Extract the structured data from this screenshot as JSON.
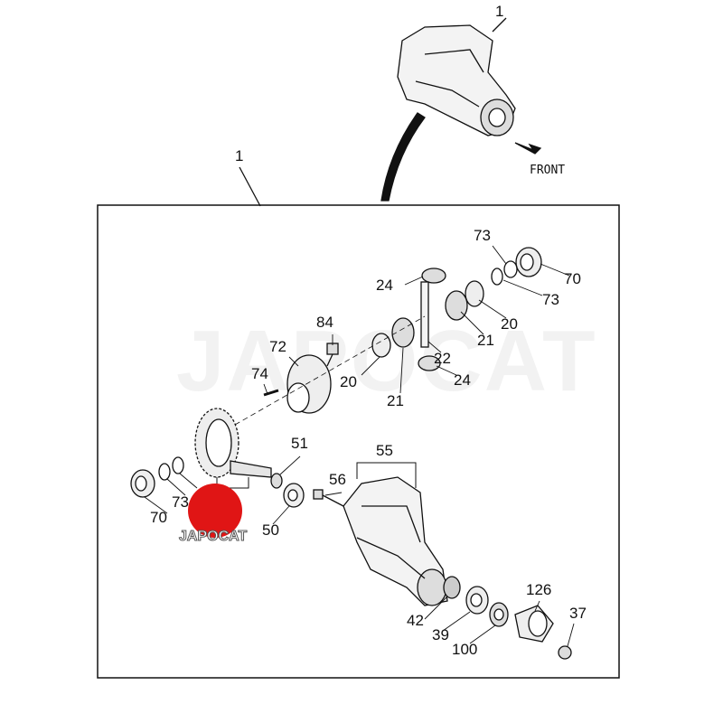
{
  "diagram": {
    "front_label": "FRONT",
    "watermark": "JAPOCAT",
    "logo_text": "JAPOCAT",
    "callouts": [
      {
        "id": "top-1",
        "text": "1"
      },
      {
        "id": "assembly-1",
        "text": "1"
      },
      {
        "id": "73a",
        "text": "73"
      },
      {
        "id": "70a",
        "text": "70"
      },
      {
        "id": "73b",
        "text": "73"
      },
      {
        "id": "24a",
        "text": "24"
      },
      {
        "id": "20a",
        "text": "20"
      },
      {
        "id": "21a",
        "text": "21"
      },
      {
        "id": "84",
        "text": "84"
      },
      {
        "id": "72",
        "text": "72"
      },
      {
        "id": "22",
        "text": "22"
      },
      {
        "id": "74",
        "text": "74"
      },
      {
        "id": "20b",
        "text": "20"
      },
      {
        "id": "21b",
        "text": "21"
      },
      {
        "id": "24b",
        "text": "24"
      },
      {
        "id": "51",
        "text": "51"
      },
      {
        "id": "55",
        "text": "55"
      },
      {
        "id": "56",
        "text": "56"
      },
      {
        "id": "73c",
        "text": "73"
      },
      {
        "id": "70b",
        "text": "70"
      },
      {
        "id": "50",
        "text": "50"
      },
      {
        "id": "42",
        "text": "42"
      },
      {
        "id": "126",
        "text": "126"
      },
      {
        "id": "37",
        "text": "37"
      },
      {
        "id": "39",
        "text": "39"
      },
      {
        "id": "100",
        "text": "100"
      }
    ]
  }
}
